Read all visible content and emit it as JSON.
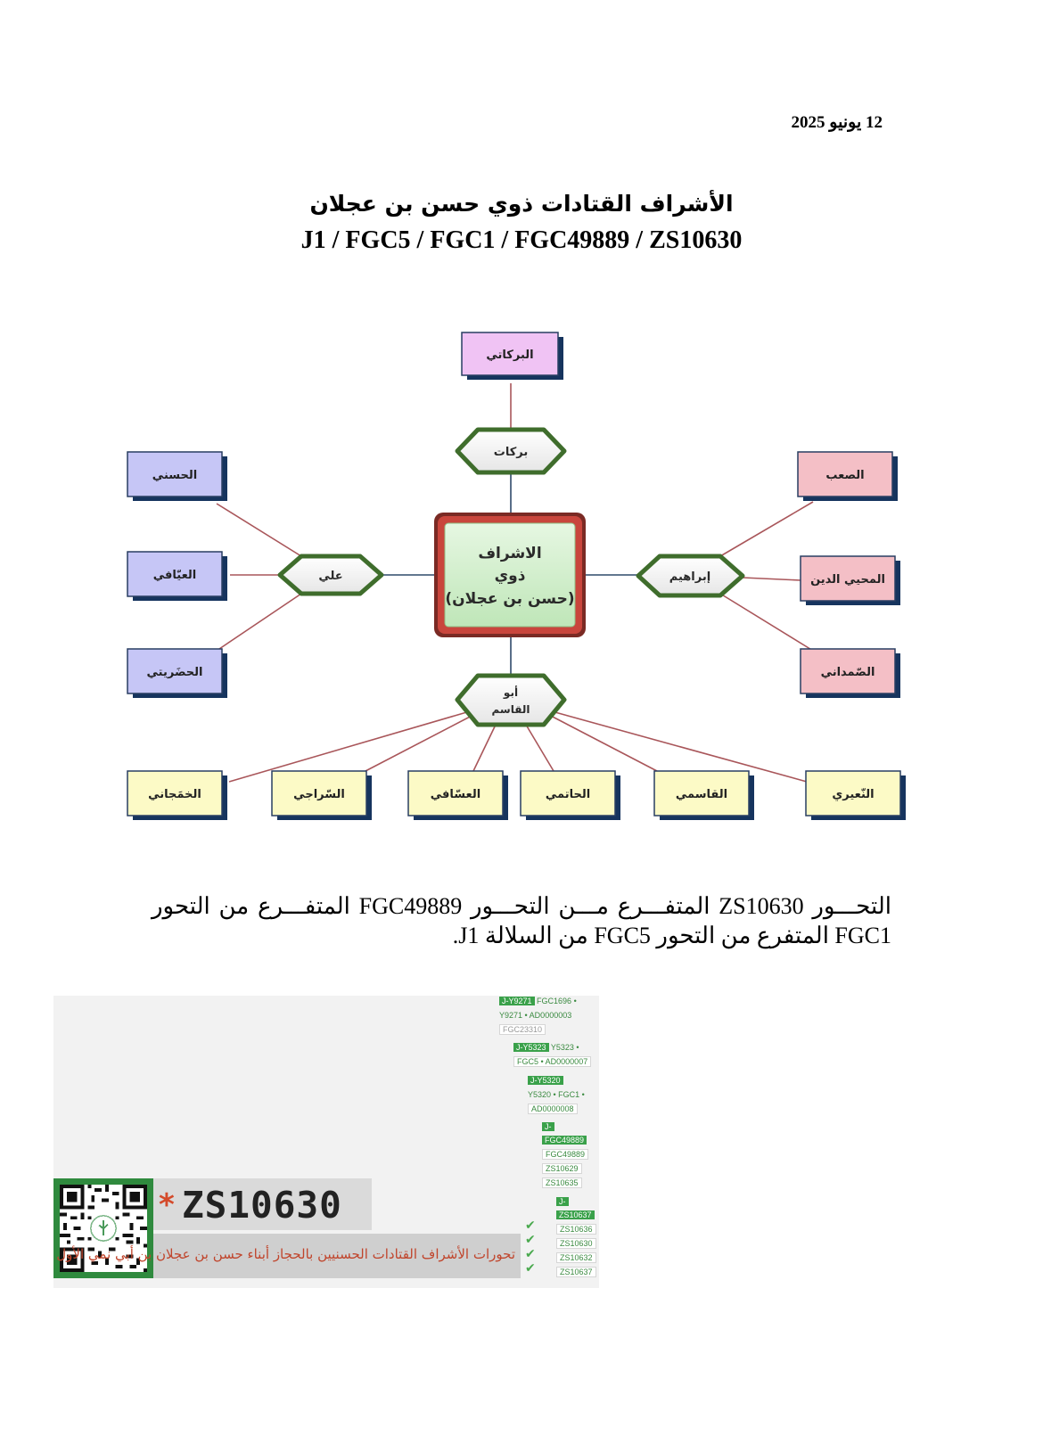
{
  "header": {
    "date": "12 يونيو 2025",
    "title": "الأشراف القتادات ذوي حسن بن عجلان",
    "subtitle": "J1 / FGC5 / FGC1 / FGC49889 / ZS10630"
  },
  "tree": {
    "center": {
      "lines": [
        "الاشراف",
        "ذوي",
        "(حسن بن عجلان)"
      ]
    },
    "hexes": {
      "top": {
        "lines": [
          "بركات"
        ]
      },
      "left": {
        "lines": [
          "علي"
        ]
      },
      "right": {
        "lines": [
          "إبراهيم"
        ]
      },
      "bottom": {
        "lines": [
          "أبو",
          "القاسم"
        ]
      }
    },
    "boxes": {
      "barakati": "البركاتي",
      "hasani": "الحسني",
      "ayafi": "العيّافي",
      "hadhriti": "الحضَريتي",
      "saab": "الصعب",
      "muhyi": "المحيي الدين",
      "samdani": "الصّمداني",
      "khamjani": "الخمَجاني",
      "siraji": "السّراجي",
      "assafi": "العسّافي",
      "hatimi": "الحاتمي",
      "qasimi": "القاسمي",
      "naairi": "النّعيري"
    },
    "colors": {
      "pink": "#f4bfc6",
      "violet": "#f0c3f4",
      "blue": "#c6c6f6",
      "green": "#cdeec9",
      "yellow": "#fcfac6",
      "red_border": "#b3342e",
      "hex_border": "#3f6d2c"
    }
  },
  "paragraph": {
    "text": "التحـــور ZS10630 المتفـــرع مـــن التحـــور FGC49889 المتفـــرع من التحور FGC1 المتفرع من التحور FGC5 من السلالة J1."
  },
  "haplogroup": {
    "l1": {
      "hl": "J-Y9271",
      "rest": "FGC1696 •"
    },
    "l2": "Y9271 • AD0000003",
    "l3": "FGC23310",
    "l4": {
      "hl": "J-Y5323",
      "rest": "Y5323 •"
    },
    "l5": "FGC5 • AD0000007",
    "l6": {
      "hl": "J-Y5320"
    },
    "l7": "Y5320 • FGC1 •",
    "l8": "AD0000008",
    "l9": {
      "hl": "J-"
    },
    "l10": {
      "hl": "FGC49889"
    },
    "l11": "FGC49889",
    "l12": "ZS10629",
    "l13": "ZS10635",
    "l14": {
      "hl": "J-"
    },
    "l15": {
      "hl": "ZS10637"
    },
    "l16": "ZS10636",
    "l17": "ZS10630",
    "l18": "ZS10632",
    "l19": "ZS10637",
    "check": "✔"
  },
  "badge": {
    "star": "*",
    "code": "ZS10630",
    "caption": "تحورات الأشراف القتادات الحسنيين بالحجاز أبناء حسن بن عجلان بن أبي نمي الأول"
  }
}
